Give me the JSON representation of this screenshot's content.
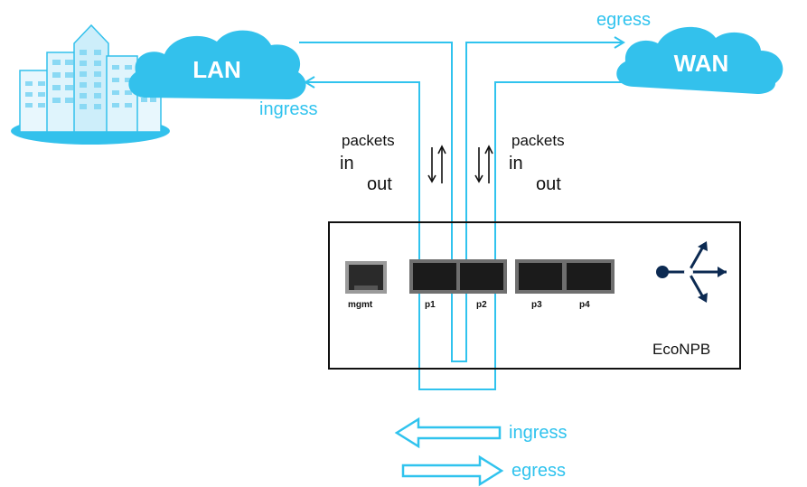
{
  "colors": {
    "accent": "#30c3ee",
    "accent_light": "#8ad9f4",
    "cloud_fill": "#33c1ec",
    "building_fill": "#cdeefa",
    "device_dark": "#0c2a52",
    "port_fill": "#1b1b1b",
    "text": "#111111"
  },
  "clouds": {
    "lan_label": "LAN",
    "wan_label": "WAN"
  },
  "flow_labels": {
    "top_egress": "egress",
    "left_ingress": "ingress"
  },
  "left_side": {
    "packets": "packets",
    "in": "in",
    "out": "out"
  },
  "right_side": {
    "packets": "packets",
    "in": "in",
    "out": "out"
  },
  "device": {
    "name": "EcoNPB",
    "logo_icon": "network-tap-icon",
    "ports": {
      "mgmt": "mgmt",
      "p1": "p1",
      "p2": "p2",
      "p3": "p3",
      "p4": "p4"
    }
  },
  "legend": {
    "ingress": "ingress",
    "egress": "egress"
  }
}
